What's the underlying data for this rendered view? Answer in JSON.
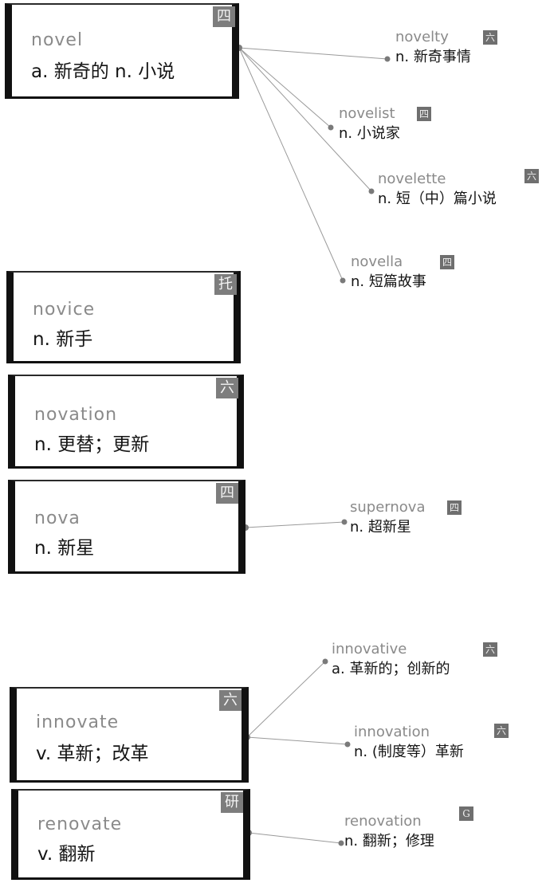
{
  "entries": [
    {
      "word": "novel",
      "definition": "a. 新奇的 n. 小说",
      "level": "四",
      "derivatives": [
        {
          "word": "novelty",
          "definition": "n. 新奇事情",
          "level": "六"
        },
        {
          "word": "novelist",
          "definition": "n. 小说家",
          "level": "四"
        },
        {
          "word": "novelette",
          "definition": "n. 短（中）篇小说",
          "level": "六"
        },
        {
          "word": "novella",
          "definition": "n. 短篇故事",
          "level": "四"
        }
      ]
    },
    {
      "word": "novice",
      "definition": "n. 新手",
      "level": "托",
      "derivatives": []
    },
    {
      "word": "novation",
      "definition": "n. 更替；更新",
      "level": "六",
      "derivatives": []
    },
    {
      "word": "nova",
      "definition": "n. 新星",
      "level": "四",
      "derivatives": [
        {
          "word": "supernova",
          "definition": "n. 超新星",
          "level": "四"
        }
      ]
    },
    {
      "word": "innovate",
      "definition": "v. 革新；改革",
      "level": "六",
      "derivatives": [
        {
          "word": "innovative",
          "definition": "a. 革新的；创新的",
          "level": "六"
        },
        {
          "word": "innovation",
          "definition": "n. (制度等）革新",
          "level": "六"
        }
      ]
    },
    {
      "word": "renovate",
      "definition": "v. 翻新",
      "level": "研",
      "derivatives": [
        {
          "word": "renovation",
          "definition": "n. 翻新；修理",
          "level": "G"
        }
      ]
    }
  ]
}
